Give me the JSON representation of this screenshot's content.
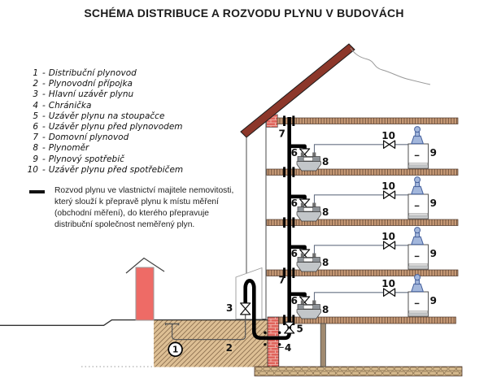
{
  "title": "SCHÉMA DISTRIBUCE A ROZVODU PLYNU V BUDOVÁCH",
  "legend": {
    "separator": "-",
    "items": [
      {
        "num": "1",
        "label": "Distribuční plynovod"
      },
      {
        "num": "2",
        "label": "Plynovodní přípojka"
      },
      {
        "num": "3",
        "label": "Hlavní uzávěr plynu"
      },
      {
        "num": "4",
        "label": "Chránička"
      },
      {
        "num": "5",
        "label": "Uzávěr plynu na stoupačce"
      },
      {
        "num": "6",
        "label": "Uzávěr plynu před plynovodem"
      },
      {
        "num": "7",
        "label": "Domovní plynovod"
      },
      {
        "num": "8",
        "label": "Plynoměr"
      },
      {
        "num": "9",
        "label": "Plynový spotřebič"
      },
      {
        "num": "10",
        "label": "Uzávěr plynu před spotřebičem"
      }
    ]
  },
  "note": {
    "lines": [
      "Rozvod plynu ve vlastnictví majitele nemovitosti,",
      "který slouží k přepravě plynu k místu měření",
      "(obchodní měření), do kterého přepravuje",
      "distribuční společnost neměřený plyn."
    ]
  },
  "diagram": {
    "labels": {
      "distribution_pipe": "1",
      "service_connection": "2",
      "main_valve": "3",
      "protective_sleeve": "4",
      "riser_valve": "5",
      "floor_valve": "6",
      "house_pipe": "7",
      "gas_meter": "8",
      "appliance": "9",
      "appliance_valve": "10"
    },
    "colors": {
      "roof_beam": "#8c372a",
      "brick": "#e0635b",
      "pillar": "#ee6b66",
      "soil": "#ddbf94",
      "slab": "#c79a76",
      "flue_blue": "#a3b7dc",
      "pipe": "#000000"
    }
  }
}
